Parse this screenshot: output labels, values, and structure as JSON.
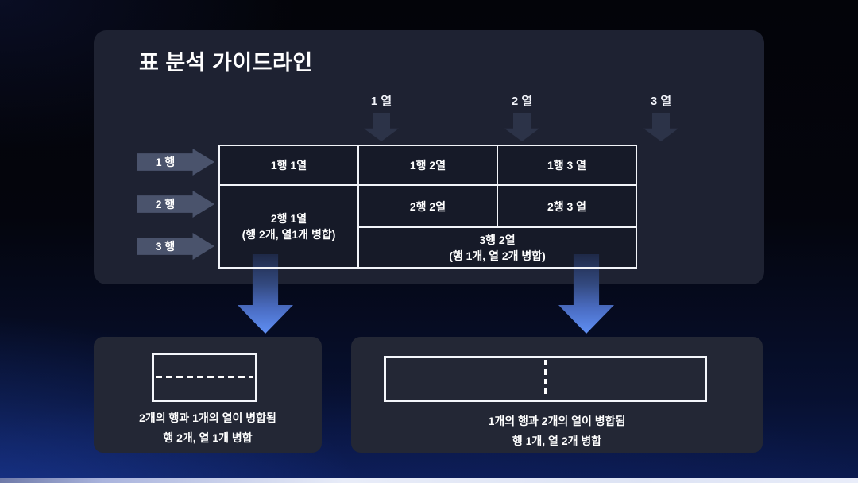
{
  "slide": {
    "title": "표 분석 가이드라인"
  },
  "matrix": {
    "column_headers": [
      "1 열",
      "2 열",
      "3 열"
    ],
    "row_headers": [
      "1 행",
      "2 행",
      "3 행"
    ],
    "cells": {
      "r1c1": "1행 1열",
      "r1c2": "1행 2열",
      "r1c3": "1행 3 열",
      "r2c1_line1": "2행 1열",
      "r2c1_line2": "(행 2개, 열1개 병합)",
      "r2c2": "2행 2열",
      "r2c3": "2행 3 열",
      "r3c2_line1": "3행 2열",
      "r3c2_line2": "(행 1개, 열 2개 병합)"
    }
  },
  "callouts": {
    "left": {
      "caption_line1": "2개의 행과 1개의 열이 병합됨",
      "caption_line2": "행 2개, 열 1개 병합"
    },
    "right": {
      "caption_line1": "1개의 행과 2개의 열이 병합됨",
      "caption_line2": "행 1개, 열 2개 병합"
    }
  },
  "colors": {
    "accent_blue": "#5f8ff4",
    "panel_bg": "#1e2232",
    "table_cell_bg": "#161a28",
    "row_arrow_bg": "#4a536c",
    "column_arrow_bg": "#2c3348",
    "border_white": "#f2f4f9",
    "background_deep_blue": "#0b1a4e"
  }
}
